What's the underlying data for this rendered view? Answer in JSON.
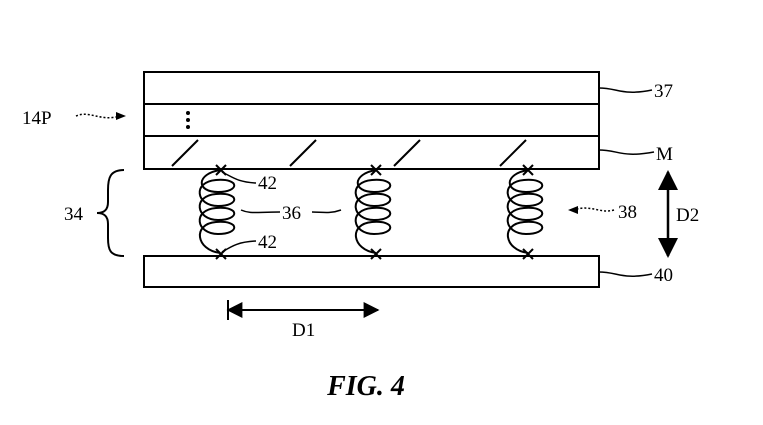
{
  "labels": {
    "top_layer": "37",
    "display_panel": "14P",
    "middle_layer": "M",
    "spring_region": "34",
    "spring": "36",
    "spring_group": "38",
    "anchor_top": "42",
    "anchor_bottom": "42",
    "base_layer": "40",
    "spacing_horizontal": "D1",
    "spacing_vertical": "D2"
  },
  "caption": "FIG. 4",
  "colors": {
    "line": "#000000",
    "background": "#ffffff"
  }
}
